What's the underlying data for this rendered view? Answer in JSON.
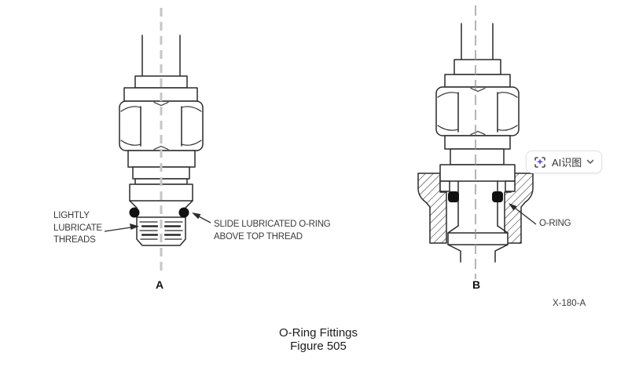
{
  "figure": {
    "caption": {
      "title": "O-Ring Fittings",
      "number": "Figure 505"
    },
    "ref_code": "X-180-A",
    "diagram_a": {
      "label": "A",
      "callout_left": "LIGHTLY\nLUBRICATE\nTHREADS",
      "callout_right": "SLIDE LUBRICATED O-RING\nABOVE TOP THREAD"
    },
    "diagram_b": {
      "label": "B",
      "callout_oring": "O-RING"
    }
  },
  "overlay": {
    "ai_button": {
      "label": "AI识图",
      "icon": "ai-scan-icon",
      "chevron": "chevron-down-icon"
    }
  },
  "colors": {
    "line": "#2a2a2a",
    "centerline_a": "#c6c6c6",
    "centerline_b": "#8d8d8d",
    "oring_fill": "#111111",
    "accent_purple": "#6d4df2",
    "button_border": "#e3e3e3"
  }
}
